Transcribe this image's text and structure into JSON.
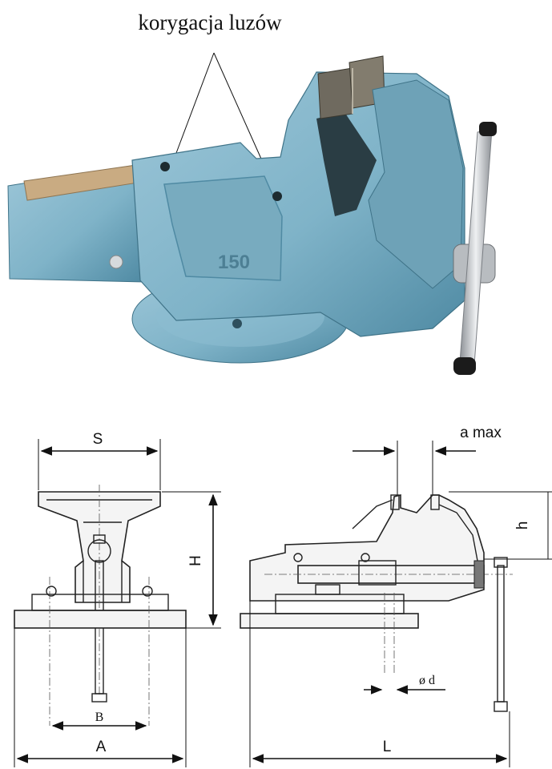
{
  "photo": {
    "callout_text": "korygacja  luzów",
    "body_marking": "150",
    "colors": {
      "body": "#7fb3c8",
      "body_shadow": "#4f8aa3",
      "jaw": "#6f6a5f",
      "handle": "#c9ccd0"
    }
  },
  "front_view": {
    "width_label": "S",
    "height_label": "H",
    "hole_spacing_label": "B",
    "base_width_label": "A"
  },
  "side_view": {
    "jaw_opening_label": "a max",
    "throat_depth_label": "h",
    "hole_diameter_label": "ø d",
    "length_label": "L"
  }
}
